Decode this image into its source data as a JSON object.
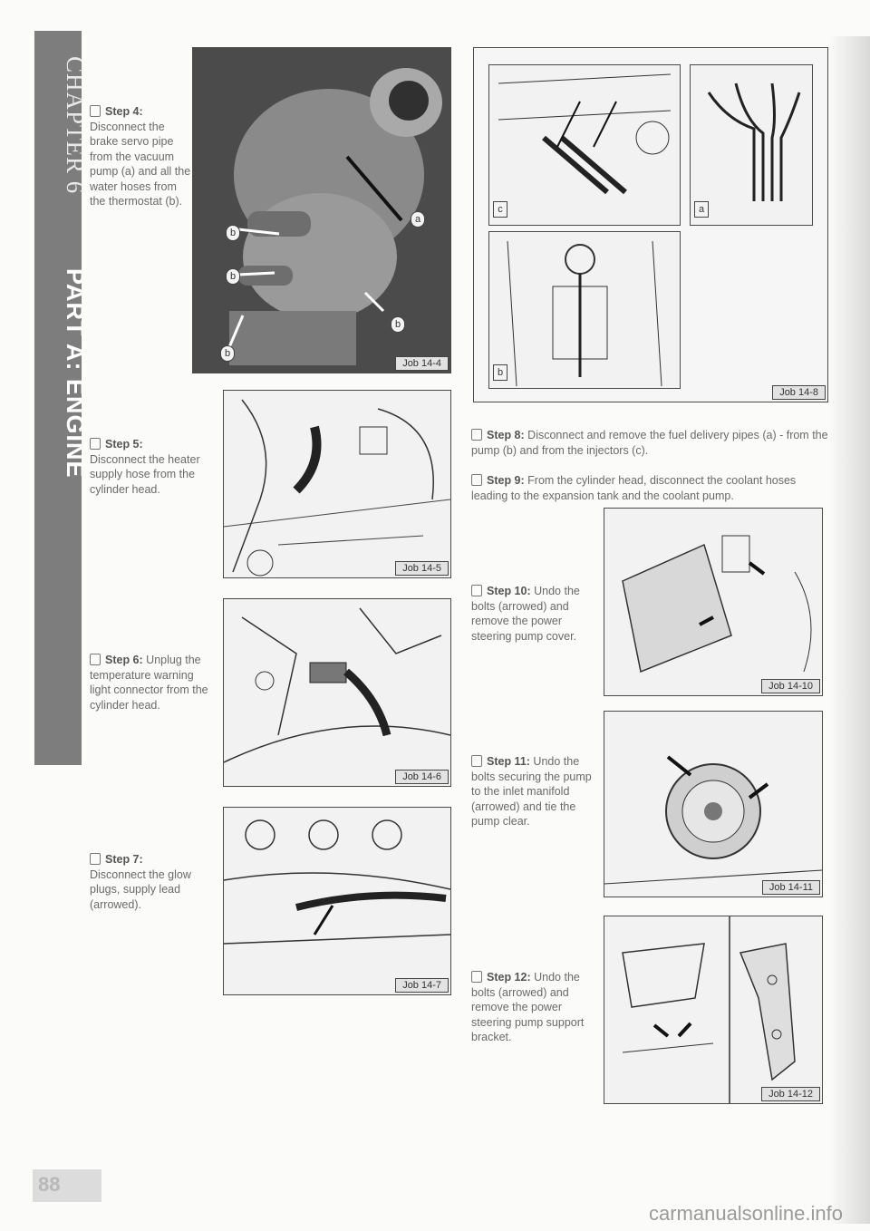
{
  "sidebar": {
    "chapter": "CHAPTER 6",
    "part": "PART A: ENGINE"
  },
  "page_number": "88",
  "watermark": "carmanualsonline.info",
  "steps": [
    {
      "heading": "Step 4:",
      "text": "Disconnect the brake servo pipe from the vacuum pump (a) and all the water hoses from the thermostat (b)."
    },
    {
      "heading": "Step 5:",
      "text": "Disconnect the heater supply hose from the cylinder head."
    },
    {
      "heading": "Step 6:",
      "text": "Unplug the temperature warning light connector from the cylinder head."
    },
    {
      "heading": "Step 7:",
      "text": "Disconnect the glow plugs, supply lead (arrowed)."
    },
    {
      "heading": "Step 8:",
      "text": "Disconnect and remove the fuel delivery pipes (a) - from the pump (b) and from the injectors (c)."
    },
    {
      "heading": "Step 9:",
      "text": "From the cylinder head, disconnect the coolant hoses leading to the expansion tank and the coolant pump."
    },
    {
      "heading": "Step 10:",
      "text": "Undo the bolts (arrowed) and remove the power steering pump cover."
    },
    {
      "heading": "Step 11:",
      "text": "Undo the bolts securing the pump to the inlet manifold (arrowed) and tie the pump clear."
    },
    {
      "heading": "Step 12:",
      "text": "Undo the bolts (arrowed) and remove the power steering pump support bracket."
    }
  ],
  "figures": {
    "job4": {
      "caption": "Job 14-4",
      "labels": [
        "a",
        "b",
        "b",
        "b",
        "b"
      ]
    },
    "job5": {
      "caption": "Job 14-5"
    },
    "job6": {
      "caption": "Job 14-6"
    },
    "job7": {
      "caption": "Job 14-7"
    },
    "job8": {
      "caption": "Job 14-8",
      "labels": [
        "c",
        "a",
        "b"
      ]
    },
    "job10": {
      "caption": "Job 14-10"
    },
    "job11": {
      "caption": "Job 14-11"
    },
    "job12": {
      "caption": "Job 14-12"
    }
  }
}
